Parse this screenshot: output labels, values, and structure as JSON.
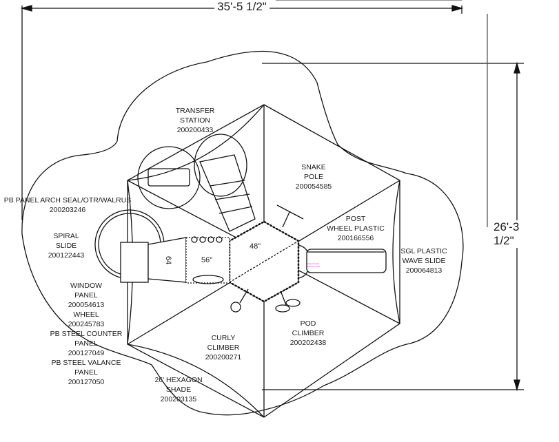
{
  "dimensions": {
    "width": "35'-5 1/2\"",
    "depth": "26'-3 1/2\""
  },
  "components": [
    {
      "id": "transfer",
      "name_lines": [
        "TRANSFER",
        "STATION"
      ],
      "part": "200200433"
    },
    {
      "id": "snake",
      "name_lines": [
        "SNAKE",
        "POLE"
      ],
      "part": "200054585"
    },
    {
      "id": "arch",
      "name_lines": [
        "PB PANEL ARCH SEAL/OTR/WALRUS"
      ],
      "part": "200203246"
    },
    {
      "id": "post",
      "name_lines": [
        "POST",
        "WHEEL PLASTIC"
      ],
      "part": "200166556"
    },
    {
      "id": "spiral",
      "name_lines": [
        "SPIRAL",
        "SLIDE"
      ],
      "part": "200122443"
    },
    {
      "id": "wave",
      "name_lines": [
        "SGL PLASTIC",
        "WAVE SLIDE"
      ],
      "part": "200064813"
    },
    {
      "id": "window",
      "name_lines": [
        "WINDOW",
        "PANEL"
      ],
      "part": "200054613"
    },
    {
      "id": "wheel",
      "name_lines": [
        "WHEEL"
      ],
      "part": "200245783"
    },
    {
      "id": "counter",
      "name_lines": [
        "PB STEEL COUNTER",
        "PANEL"
      ],
      "part": "200127049"
    },
    {
      "id": "valance",
      "name_lines": [
        "PB STEEL VALANCE",
        "PANEL"
      ],
      "part": "200127050"
    },
    {
      "id": "pod",
      "name_lines": [
        "POD",
        "CLIMBER"
      ],
      "part": "200202438"
    },
    {
      "id": "curly",
      "name_lines": [
        "CURLY",
        "CLIMBER"
      ],
      "part": "200200271"
    },
    {
      "id": "shade",
      "name_lines": [
        "26' HEXAGON",
        "SHADE"
      ],
      "part": "200203135"
    }
  ],
  "deck_heights": [
    "48\"",
    "56\"",
    "64"
  ],
  "tiny_note": [
    "Step'd Install",
    "Platform Area"
  ]
}
